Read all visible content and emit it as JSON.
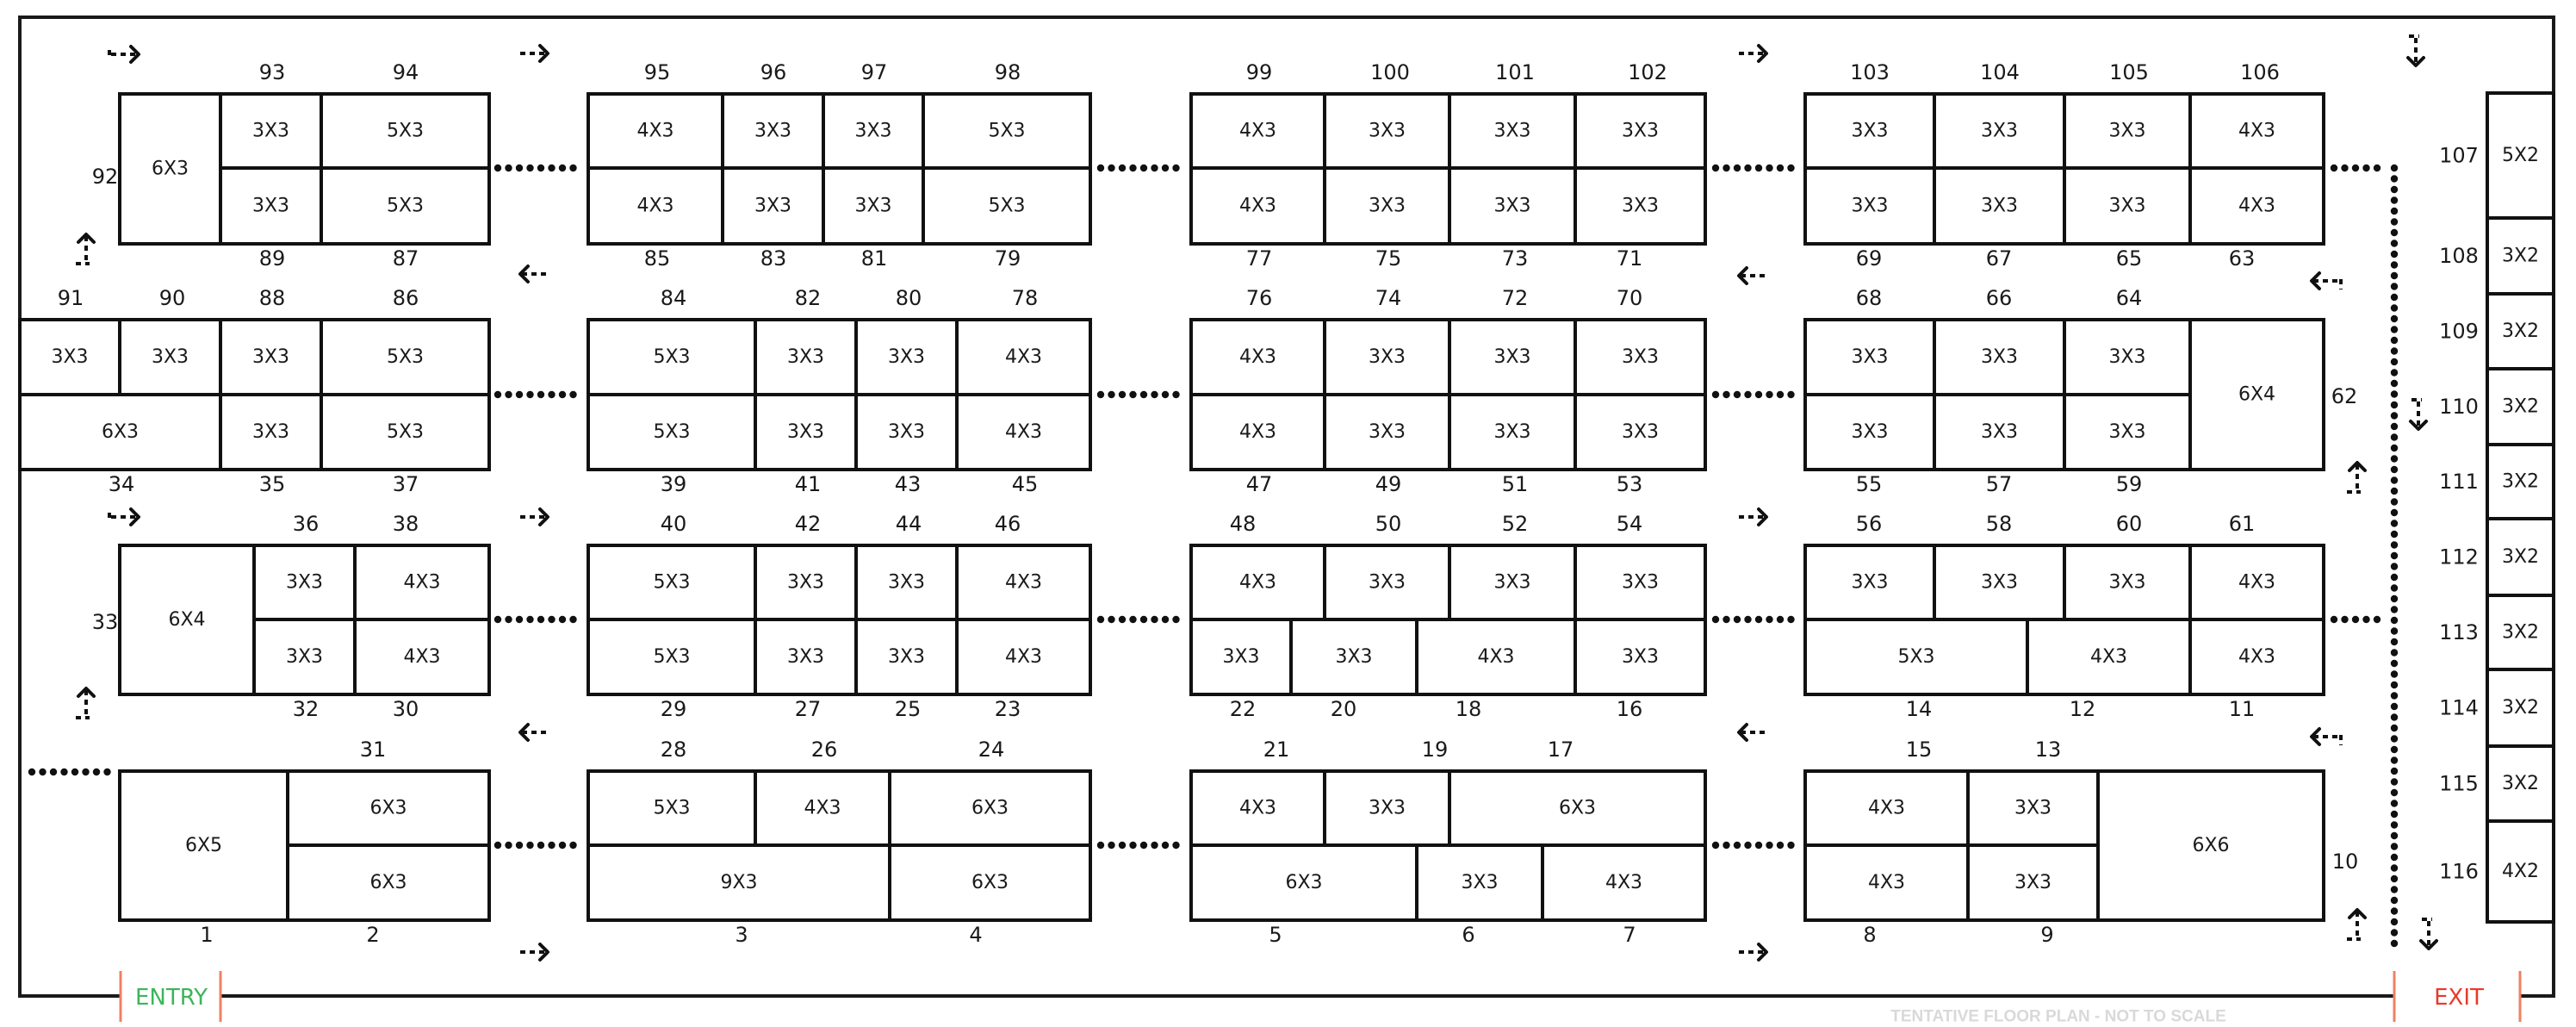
{
  "title": "Floor Plan",
  "entry_label": "ENTRY",
  "exit_label": "EXIT",
  "footnote": "TENTATIVE FLOOR PLAN - NOT TO SCALE",
  "colors": {
    "entry": "#3cb55a",
    "exit": "#e8392b",
    "door_marks": "#f08060"
  },
  "blocks": [
    {
      "id": "A1",
      "cells": [
        {
          "stall": "92",
          "size": "6X3"
        },
        {
          "stall": "93",
          "size": "3X3"
        },
        {
          "stall": "94",
          "size": "5X3"
        },
        {
          "stall": "89",
          "size": "3X3"
        },
        {
          "stall": "87",
          "size": "5X3"
        }
      ]
    },
    {
      "id": "A2",
      "cells": [
        {
          "stall": "91",
          "size": "3X3"
        },
        {
          "stall": "90",
          "size": "3X3"
        },
        {
          "stall": "88",
          "size": "3X3"
        },
        {
          "stall": "86",
          "size": "5X3"
        },
        {
          "stall": "34",
          "size": "6X3"
        },
        {
          "stall": "35",
          "size": "3X3"
        },
        {
          "stall": "37",
          "size": "5X3"
        }
      ]
    },
    {
      "id": "A3",
      "cells": [
        {
          "stall": "33",
          "size": "6X4"
        },
        {
          "stall": "36",
          "size": "3X3"
        },
        {
          "stall": "38",
          "size": "4X3"
        },
        {
          "stall": "32",
          "size": "3X3"
        },
        {
          "stall": "30",
          "size": "4X3"
        }
      ]
    },
    {
      "id": "A4",
      "cells": [
        {
          "stall": "1",
          "size": "6X5"
        },
        {
          "stall": "31",
          "size": "6X3"
        },
        {
          "stall": "2",
          "size": "6X3"
        }
      ]
    },
    {
      "id": "B1",
      "cells": [
        {
          "stall": "95",
          "size": "4X3"
        },
        {
          "stall": "96",
          "size": "3X3"
        },
        {
          "stall": "97",
          "size": "3X3"
        },
        {
          "stall": "98",
          "size": "5X3"
        },
        {
          "stall": "85",
          "size": "4X3"
        },
        {
          "stall": "83",
          "size": "3X3"
        },
        {
          "stall": "81",
          "size": "3X3"
        },
        {
          "stall": "79",
          "size": "5X3"
        }
      ]
    },
    {
      "id": "B2",
      "cells": [
        {
          "stall": "84",
          "size": "5X3"
        },
        {
          "stall": "82",
          "size": "3X3"
        },
        {
          "stall": "80",
          "size": "3X3"
        },
        {
          "stall": "78",
          "size": "4X3"
        },
        {
          "stall": "39",
          "size": "5X3"
        },
        {
          "stall": "41",
          "size": "3X3"
        },
        {
          "stall": "43",
          "size": "3X3"
        },
        {
          "stall": "45",
          "size": "4X3"
        }
      ]
    },
    {
      "id": "B3",
      "cells": [
        {
          "stall": "40",
          "size": "5X3"
        },
        {
          "stall": "42",
          "size": "3X3"
        },
        {
          "stall": "44",
          "size": "3X3"
        },
        {
          "stall": "46",
          "size": "4X3"
        },
        {
          "stall": "29",
          "size": "5X3"
        },
        {
          "stall": "27",
          "size": "3X3"
        },
        {
          "stall": "25",
          "size": "3X3"
        },
        {
          "stall": "23",
          "size": "4X3"
        }
      ]
    },
    {
      "id": "B4",
      "cells": [
        {
          "stall": "28",
          "size": "5X3"
        },
        {
          "stall": "26",
          "size": "4X3"
        },
        {
          "stall": "24",
          "size": "6X3"
        },
        {
          "stall": "3",
          "size": "9X3"
        },
        {
          "stall": "4",
          "size": "6X3"
        }
      ]
    },
    {
      "id": "C1",
      "cells": [
        {
          "stall": "99",
          "size": "4X3"
        },
        {
          "stall": "100",
          "size": "3X3"
        },
        {
          "stall": "101",
          "size": "3X3"
        },
        {
          "stall": "102",
          "size": "3X3"
        },
        {
          "stall": "77",
          "size": "4X3"
        },
        {
          "stall": "75",
          "size": "3X3"
        },
        {
          "stall": "73",
          "size": "3X3"
        },
        {
          "stall": "71",
          "size": "3X3"
        }
      ]
    },
    {
      "id": "C2",
      "cells": [
        {
          "stall": "76",
          "size": "4X3"
        },
        {
          "stall": "74",
          "size": "3X3"
        },
        {
          "stall": "72",
          "size": "3X3"
        },
        {
          "stall": "70",
          "size": "3X3"
        },
        {
          "stall": "47",
          "size": "4X3"
        },
        {
          "stall": "49",
          "size": "3X3"
        },
        {
          "stall": "51",
          "size": "3X3"
        },
        {
          "stall": "53",
          "size": "3X3"
        }
      ]
    },
    {
      "id": "C3",
      "cells": [
        {
          "stall": "48",
          "size": "4X3"
        },
        {
          "stall": "50",
          "size": "3X3"
        },
        {
          "stall": "52",
          "size": "3X3"
        },
        {
          "stall": "54",
          "size": "3X3"
        },
        {
          "stall": "22",
          "size": "3X3"
        },
        {
          "stall": "20",
          "size": "3X3"
        },
        {
          "stall": "18",
          "size": "4X3"
        },
        {
          "stall": "16",
          "size": "3X3"
        }
      ]
    },
    {
      "id": "C4",
      "cells": [
        {
          "stall": "21",
          "size": "4X3"
        },
        {
          "stall": "19",
          "size": "3X3"
        },
        {
          "stall": "17",
          "size": "6X3"
        },
        {
          "stall": "5",
          "size": "6X3"
        },
        {
          "stall": "6",
          "size": "3X3"
        },
        {
          "stall": "7",
          "size": "4X3"
        }
      ]
    },
    {
      "id": "D1",
      "cells": [
        {
          "stall": "103",
          "size": "3X3"
        },
        {
          "stall": "104",
          "size": "3X3"
        },
        {
          "stall": "105",
          "size": "3X3"
        },
        {
          "stall": "106",
          "size": "4X3"
        },
        {
          "stall": "69",
          "size": "3X3"
        },
        {
          "stall": "67",
          "size": "3X3"
        },
        {
          "stall": "65",
          "size": "3X3"
        },
        {
          "stall": "63",
          "size": "4X3"
        }
      ]
    },
    {
      "id": "D2",
      "cells": [
        {
          "stall": "68",
          "size": "3X3"
        },
        {
          "stall": "66",
          "size": "3X3"
        },
        {
          "stall": "64",
          "size": "3X3"
        },
        {
          "stall": "55",
          "size": "3X3"
        },
        {
          "stall": "57",
          "size": "3X3"
        },
        {
          "stall": "59",
          "size": "3X3"
        },
        {
          "stall": "62",
          "size": "6X4"
        }
      ]
    },
    {
      "id": "D3",
      "cells": [
        {
          "stall": "56",
          "size": "3X3"
        },
        {
          "stall": "58",
          "size": "3X3"
        },
        {
          "stall": "60",
          "size": "3X3"
        },
        {
          "stall": "61",
          "size": "4X3"
        },
        {
          "stall": "14",
          "size": "5X3"
        },
        {
          "stall": "12",
          "size": "4X3"
        },
        {
          "stall": "11",
          "size": "4X3"
        }
      ]
    },
    {
      "id": "D4",
      "cells": [
        {
          "stall": "15",
          "size": "4X3"
        },
        {
          "stall": "13",
          "size": "3X3"
        },
        {
          "stall": "8",
          "size": "4X3"
        },
        {
          "stall": "9",
          "size": "3X3"
        },
        {
          "stall": "10",
          "size": "6X6"
        }
      ]
    },
    {
      "id": "E",
      "cells": [
        {
          "stall": "107",
          "size": "5X2"
        },
        {
          "stall": "108",
          "size": "3X2"
        },
        {
          "stall": "109",
          "size": "3X2"
        },
        {
          "stall": "110",
          "size": "3X2"
        },
        {
          "stall": "111",
          "size": "3X2"
        },
        {
          "stall": "112",
          "size": "3X2"
        },
        {
          "stall": "113",
          "size": "3X2"
        },
        {
          "stall": "114",
          "size": "3X2"
        },
        {
          "stall": "115",
          "size": "3X2"
        },
        {
          "stall": "116",
          "size": "4X2"
        }
      ]
    }
  ],
  "flow_arrows": [
    {
      "direction": "right"
    },
    {
      "direction": "right"
    },
    {
      "direction": "right"
    },
    {
      "direction": "down"
    },
    {
      "direction": "up"
    },
    {
      "direction": "left"
    },
    {
      "direction": "left"
    },
    {
      "direction": "left"
    },
    {
      "direction": "down"
    },
    {
      "direction": "right"
    },
    {
      "direction": "right"
    },
    {
      "direction": "right"
    },
    {
      "direction": "up"
    },
    {
      "direction": "up"
    },
    {
      "direction": "left"
    },
    {
      "direction": "left"
    },
    {
      "direction": "left"
    },
    {
      "direction": "right"
    },
    {
      "direction": "right"
    },
    {
      "direction": "up"
    },
    {
      "direction": "down"
    }
  ]
}
